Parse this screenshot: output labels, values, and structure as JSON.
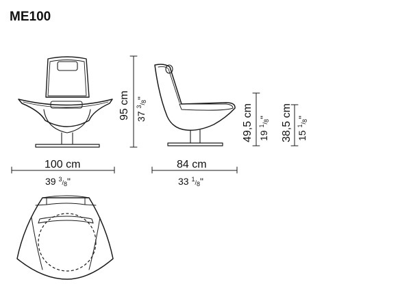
{
  "title": "ME100",
  "dimensions": {
    "height": {
      "cm_value": "95",
      "cm_unit": "cm",
      "in_whole": "37",
      "in_frac_num": "3",
      "in_frac_den": "8",
      "in_mark": "\""
    },
    "width": {
      "cm_value": "100",
      "cm_unit": "cm",
      "in_whole": "39",
      "in_frac_num": "3",
      "in_frac_den": "8",
      "in_mark": "\""
    },
    "depth": {
      "cm_value": "84",
      "cm_unit": "cm",
      "in_whole": "33",
      "in_frac_num": "1",
      "in_frac_den": "8",
      "in_mark": "\""
    },
    "armrest_height": {
      "cm_value": "49,5",
      "cm_unit": "cm",
      "in_whole": "19",
      "in_frac_num": "1",
      "in_frac_den": "8",
      "in_mark": "\""
    },
    "seat_height": {
      "cm_value": "38,5",
      "cm_unit": "cm",
      "in_whole": "15",
      "in_frac_num": "1",
      "in_frac_den": "8",
      "in_mark": "\""
    }
  }
}
